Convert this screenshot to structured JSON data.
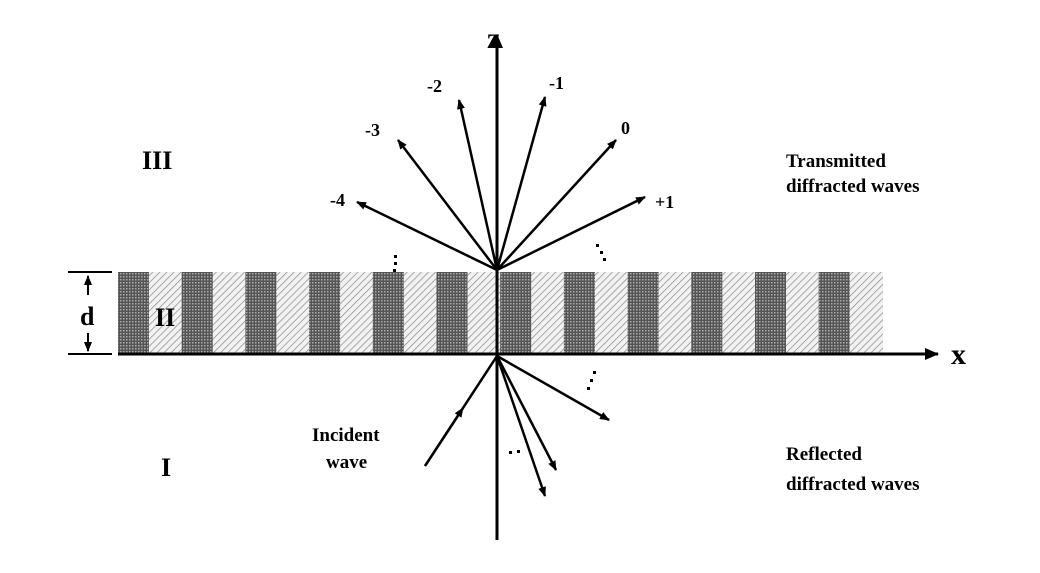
{
  "axes": {
    "z": "z",
    "x": "x"
  },
  "regions": {
    "r1": "I",
    "r2": "II",
    "r3": "III",
    "thickness": "d"
  },
  "orders": [
    "-4",
    "-3",
    "-2",
    "-1",
    "0",
    "+1"
  ],
  "labels": {
    "transmitted_line1": "Transmitted",
    "transmitted_line2": "diffracted waves",
    "reflected_line1": "Reflected",
    "reflected_line2": "diffracted waves",
    "incident_line1": "Incident",
    "incident_line2": "wave"
  }
}
